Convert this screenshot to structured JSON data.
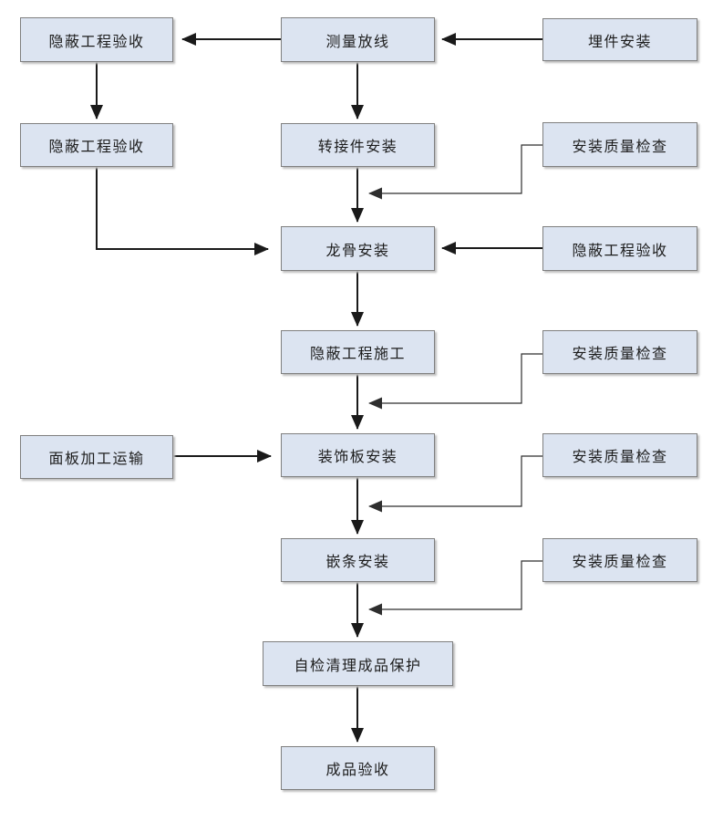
{
  "diagram": {
    "type": "flowchart",
    "colors": {
      "node_fill": "#dce4f1",
      "node_border": "#7f7f7f",
      "arrow_main": "#1a1a1a",
      "arrow_feedback": "#2e2e2e",
      "background": "#ffffff"
    }
  },
  "nodes": [
    {
      "id": "concealed-works-acceptance-1",
      "label": "隐蔽工程验收"
    },
    {
      "id": "measure-layout",
      "label": "测量放线"
    },
    {
      "id": "embedded-parts-installation",
      "label": "埋件安装"
    },
    {
      "id": "concealed-works-acceptance-2",
      "label": "隐蔽工程验收"
    },
    {
      "id": "adapter-installation",
      "label": "转接件安装"
    },
    {
      "id": "installation-quality-check-1",
      "label": "安装质量检查"
    },
    {
      "id": "keel-installation",
      "label": "龙骨安装"
    },
    {
      "id": "concealed-works-acceptance-3",
      "label": "隐蔽工程验收"
    },
    {
      "id": "concealed-works-construction",
      "label": "隐蔽工程施工"
    },
    {
      "id": "installation-quality-check-2",
      "label": "安装质量检查"
    },
    {
      "id": "panel-processing-transport",
      "label": "面板加工运输"
    },
    {
      "id": "decorative-panel-installation",
      "label": "装饰板安装"
    },
    {
      "id": "installation-quality-check-3",
      "label": "安装质量检查"
    },
    {
      "id": "strip-installation",
      "label": "嵌条安装"
    },
    {
      "id": "installation-quality-check-4",
      "label": "安装质量检查"
    },
    {
      "id": "self-check-cleanup-protection",
      "label": "自检清理成品保护"
    },
    {
      "id": "finished-product-acceptance",
      "label": "成品验收"
    }
  ],
  "edges": [
    {
      "from": "measure-layout",
      "to": "concealed-works-acceptance-1",
      "style": "main"
    },
    {
      "from": "embedded-parts-installation",
      "to": "measure-layout",
      "style": "main"
    },
    {
      "from": "concealed-works-acceptance-1",
      "to": "concealed-works-acceptance-2",
      "style": "main"
    },
    {
      "from": "measure-layout",
      "to": "adapter-installation",
      "style": "main"
    },
    {
      "from": "adapter-installation",
      "to": "keel-installation",
      "style": "main"
    },
    {
      "from": "concealed-works-acceptance-2",
      "to": "keel-installation",
      "style": "main"
    },
    {
      "from": "concealed-works-acceptance-3",
      "to": "keel-installation",
      "style": "main"
    },
    {
      "from": "keel-installation",
      "to": "concealed-works-construction",
      "style": "main"
    },
    {
      "from": "concealed-works-construction",
      "to": "decorative-panel-installation",
      "style": "main"
    },
    {
      "from": "panel-processing-transport",
      "to": "decorative-panel-installation",
      "style": "main"
    },
    {
      "from": "decorative-panel-installation",
      "to": "strip-installation",
      "style": "main"
    },
    {
      "from": "strip-installation",
      "to": "self-check-cleanup-protection",
      "style": "main"
    },
    {
      "from": "self-check-cleanup-protection",
      "to": "finished-product-acceptance",
      "style": "main"
    },
    {
      "from": "installation-quality-check-1",
      "to": "flow-adapter-to-keel",
      "style": "feedback"
    },
    {
      "from": "installation-quality-check-2",
      "to": "flow-construction-to-panel",
      "style": "feedback"
    },
    {
      "from": "installation-quality-check-3",
      "to": "flow-panel-to-strip",
      "style": "feedback"
    },
    {
      "from": "installation-quality-check-4",
      "to": "flow-strip-to-selfcheck",
      "style": "feedback"
    }
  ]
}
